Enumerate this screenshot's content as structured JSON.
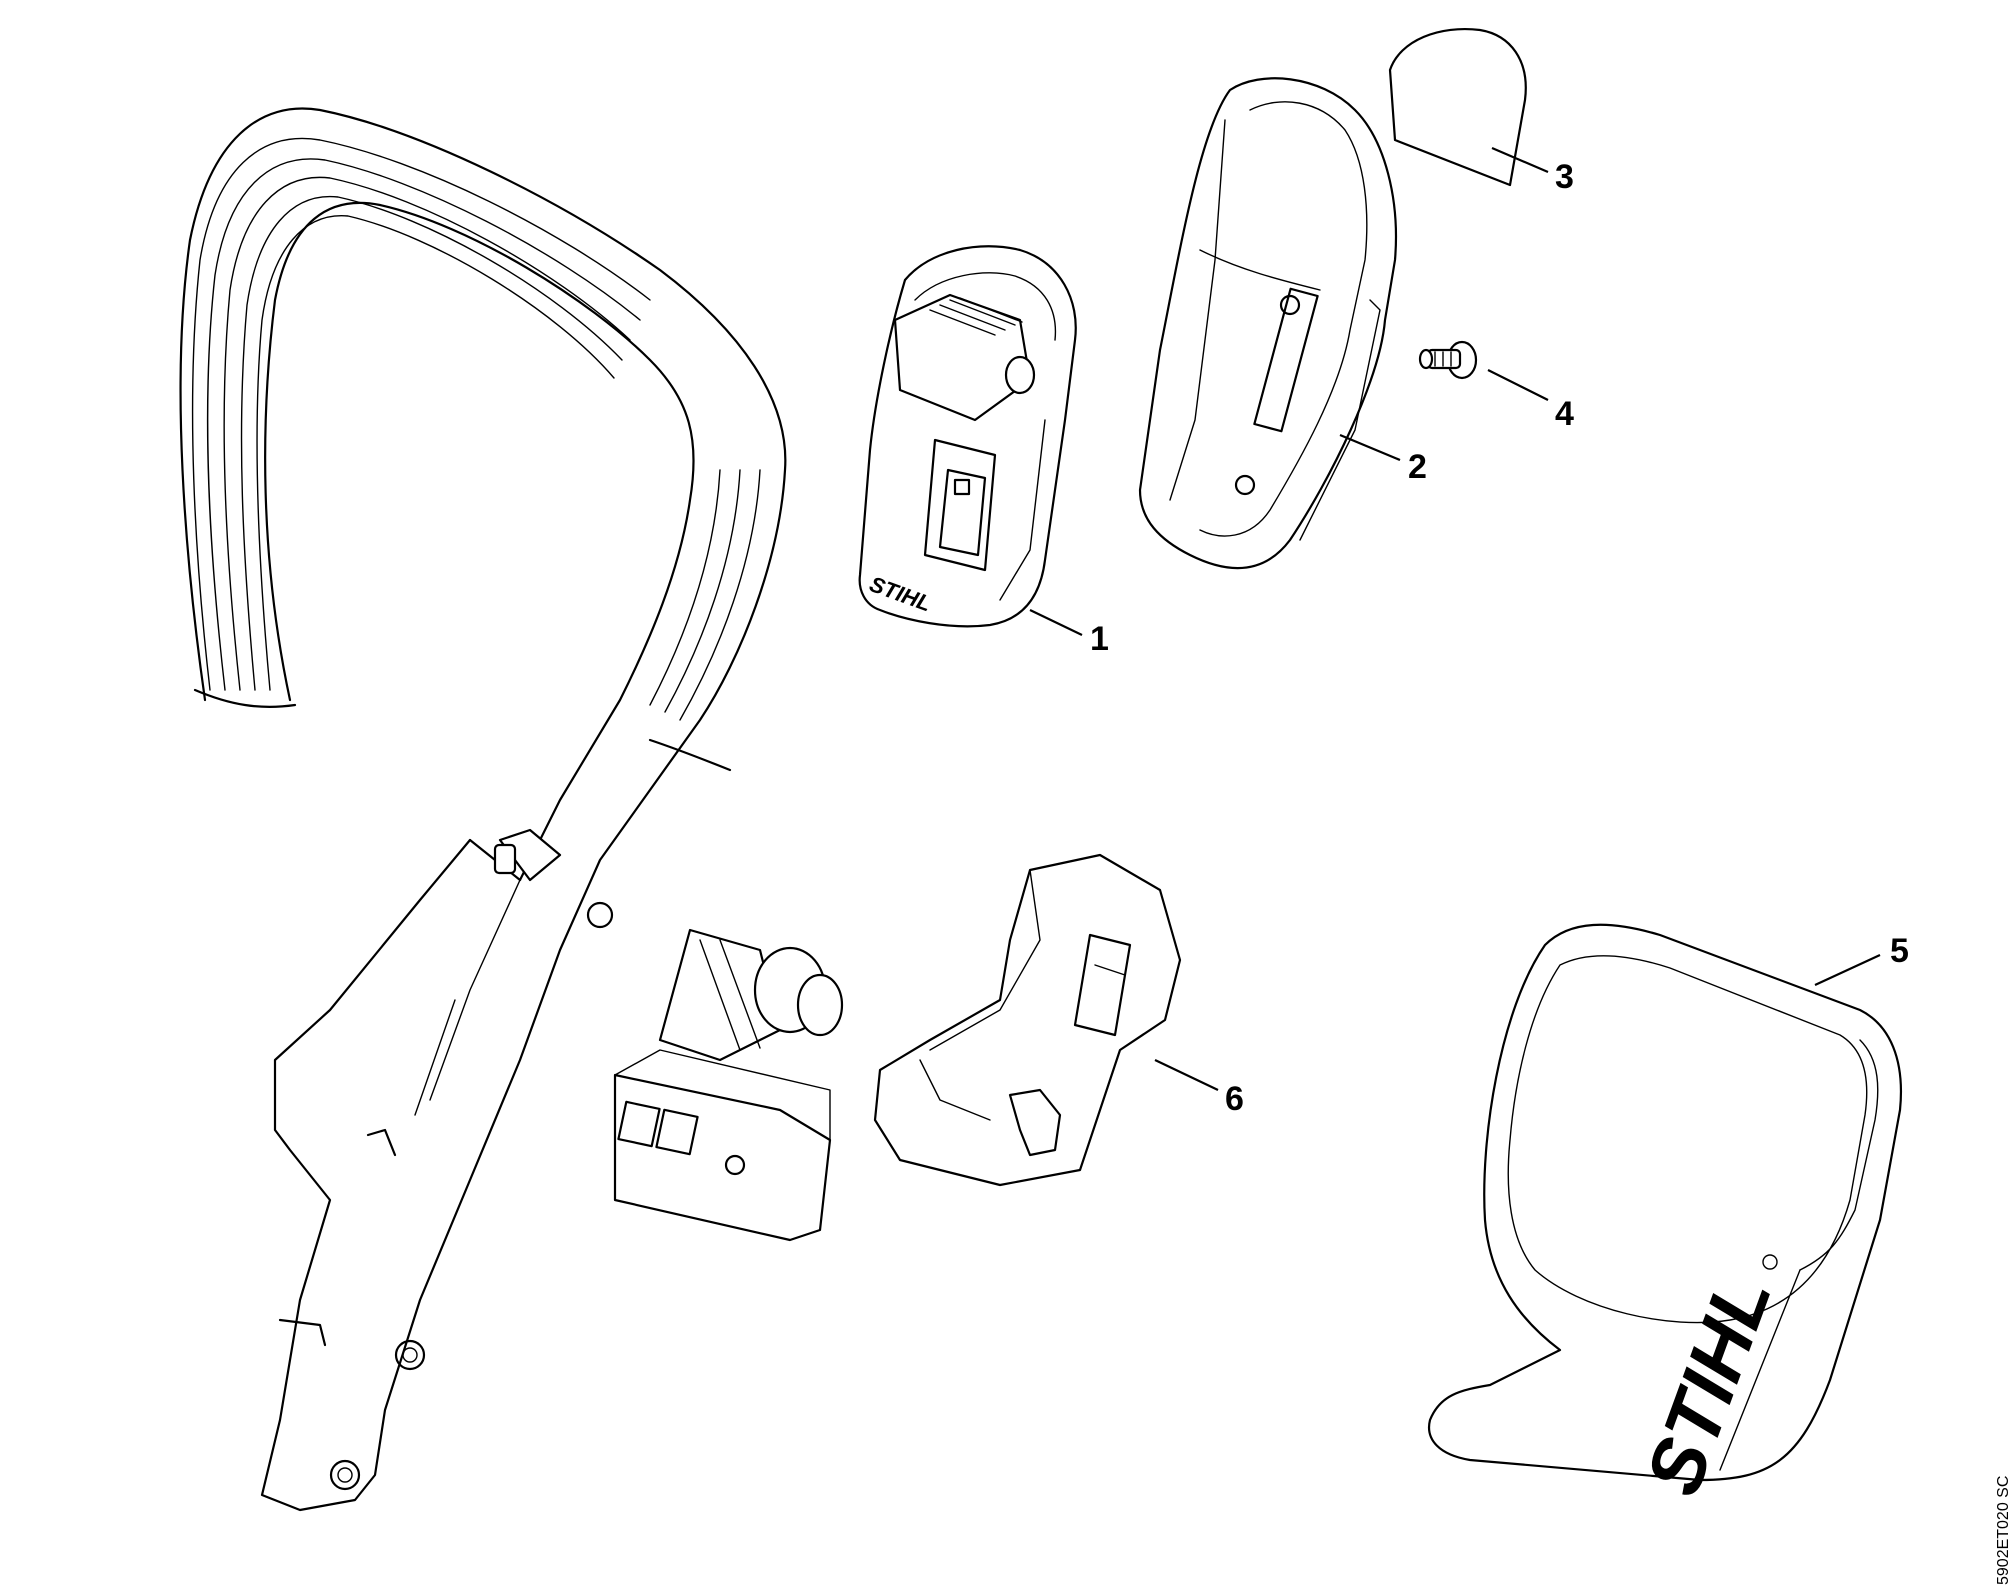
{
  "drawing": {
    "reference_code": "5902ET020 SC",
    "brand_marks": [
      "STIHL",
      "STIHL"
    ],
    "callouts": [
      {
        "id": "1",
        "label": "1"
      },
      {
        "id": "2",
        "label": "2"
      },
      {
        "id": "3",
        "label": "3"
      },
      {
        "id": "4",
        "label": "4"
      },
      {
        "id": "5",
        "label": "5"
      },
      {
        "id": "6",
        "label": "6"
      }
    ]
  }
}
